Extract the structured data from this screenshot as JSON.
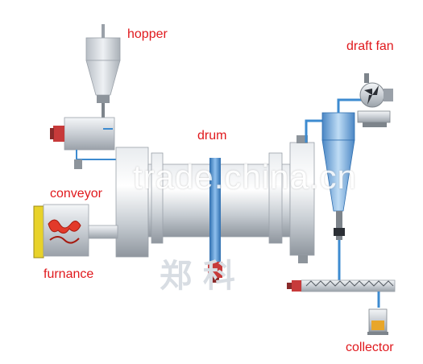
{
  "labels": {
    "hopper": "hopper",
    "draft_fan": "draft fan",
    "drum": "drum",
    "conveyor": "conveyor",
    "furnance": "furnance",
    "collector": "collector"
  },
  "watermark": {
    "text": "trade.china.cn",
    "chinese": "郑 科"
  },
  "colors": {
    "label_red": "#e0191d",
    "pipe_blue": "#3d8bd0",
    "cyclone_blue": "#6aa7dd",
    "motor_red": "#c73a3a",
    "furnace_yellow": "#e8d22a",
    "steel_gray": "#c7ccd2"
  }
}
